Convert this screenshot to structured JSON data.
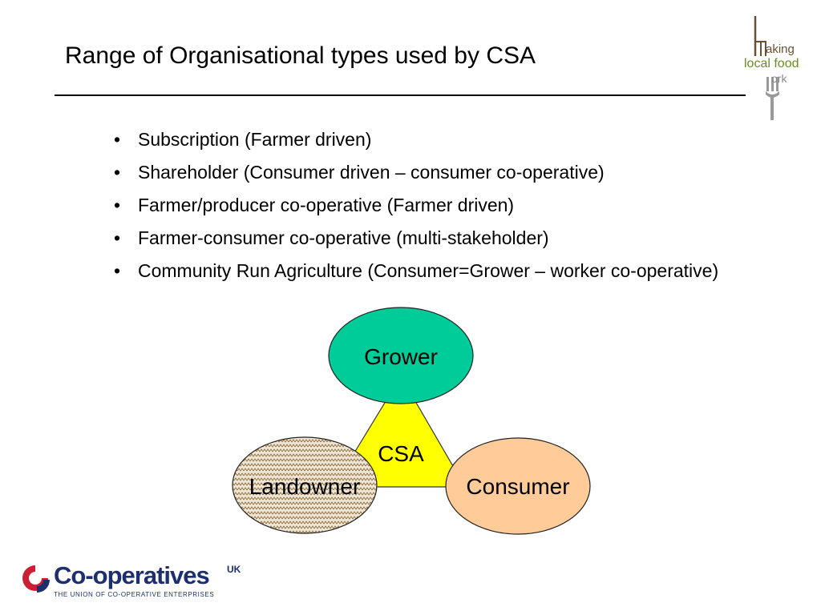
{
  "slide": {
    "title": "Range of Organisational types used by CSA",
    "bullets": [
      "Subscription (Farmer driven)",
      "Shareholder  (Consumer driven – consumer co-operative)",
      "Farmer/producer co-operative (Farmer driven)",
      "Farmer-consumer co-operative (multi-stakeholder)",
      "Community Run Agriculture (Consumer=Grower – worker co-operative)"
    ],
    "bullet_glyph": "•"
  },
  "diagram": {
    "center_label": "CSA",
    "nodes": [
      {
        "label": "Grower",
        "color": "#00cc99"
      },
      {
        "label": "Landowner",
        "color": "#e8dcc8",
        "pattern": "zigzag"
      },
      {
        "label": "Consumer",
        "color": "#ffcc99"
      }
    ],
    "triangle_color": "#ffff00"
  },
  "logos": {
    "making_local_food_work": {
      "line1": "aking",
      "line2": "local food",
      "line3": "ork",
      "icon": "fork-icon"
    },
    "cooperatives_uk": {
      "wordmark": "Co-operatives",
      "superscript": "UK",
      "tagline": "THE UNION OF CO-OPERATIVE ENTERPRISES",
      "icon": "coop-swirl-icon",
      "brand_color": "#1d2f6f",
      "accent_color": "#cc1f36"
    }
  }
}
